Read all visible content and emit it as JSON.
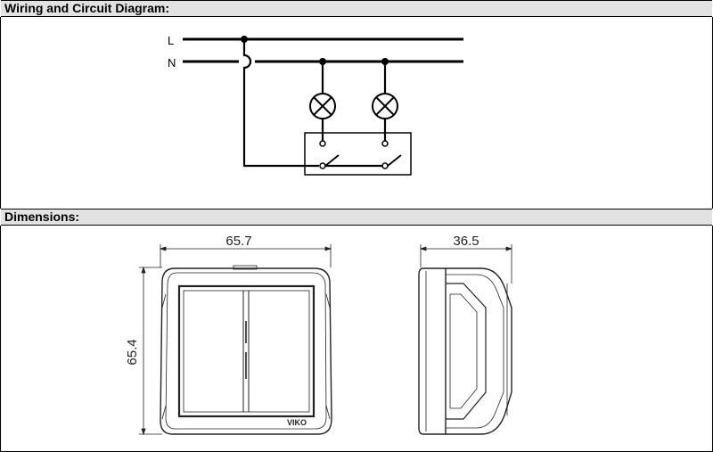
{
  "sections": {
    "wiring_title": "Wiring and Circuit Diagram:",
    "dimensions_title": "Dimensions:"
  },
  "wiring": {
    "line_label": "L",
    "neutral_label": "N"
  },
  "dimensions": {
    "width": "65.7",
    "height": "65.4",
    "depth": "36.5"
  },
  "product": {
    "brand": "VIKO"
  }
}
